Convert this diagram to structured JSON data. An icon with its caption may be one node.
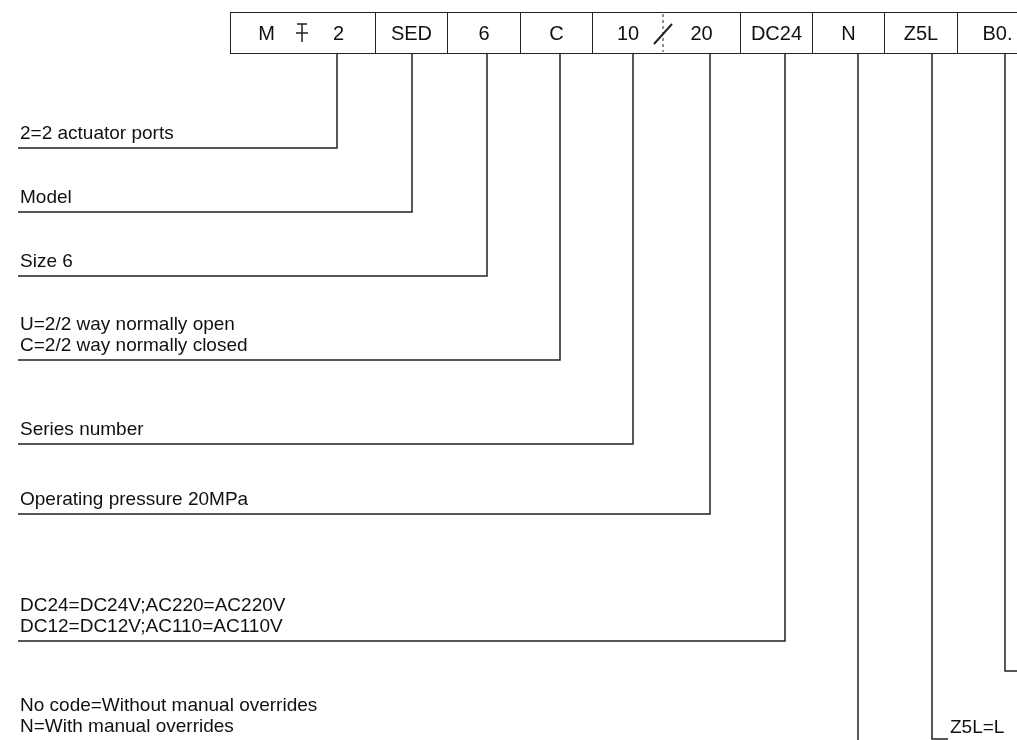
{
  "diagram": {
    "nodes": [
      {
        "text": [
          "M"
        ]
      },
      {
        "text": [
          "2"
        ]
      },
      {
        "text": [
          "SED"
        ]
      },
      {
        "text": [
          "6"
        ]
      },
      {
        "text": [
          "C"
        ]
      },
      {
        "text": [
          "10"
        ]
      },
      {
        "text": [
          "20"
        ]
      },
      {
        "text": [
          "DC24"
        ]
      },
      {
        "text": [
          "N"
        ]
      },
      {
        "text": [
          "Z5L"
        ]
      },
      {
        "text": [
          "B0."
        ]
      },
      {
        "text": [
          "2=2 actuator ports"
        ]
      },
      {
        "text": [
          "Model"
        ]
      },
      {
        "text": [
          "Size 6"
        ]
      },
      {
        "text": [
          "U=2/2 way normally open",
          "C=2/2 way normally closed"
        ]
      },
      {
        "text": [
          "Series number"
        ]
      },
      {
        "text": [
          "Operating pressure 20MPa"
        ]
      },
      {
        "text": [
          "DC24=DC24V;AC220=AC220V",
          "DC12=DC12V;AC110=AC110V"
        ]
      },
      {
        "text": [
          "No code=Without manual overrides",
          "N=With manual overrides"
        ]
      },
      {
        "text": [
          "Z5L=L"
        ]
      }
    ],
    "edges": [
      {
        "from": 11,
        "to": 1,
        "arrow": "none"
      },
      {
        "from": 12,
        "to": 2,
        "arrow": "none"
      },
      {
        "from": 13,
        "to": 3,
        "arrow": "none"
      },
      {
        "from": 14,
        "to": 4,
        "arrow": "none"
      },
      {
        "from": 15,
        "to": 5,
        "arrow": "none"
      },
      {
        "from": 16,
        "to": 6,
        "arrow": "none"
      },
      {
        "from": 17,
        "to": 7,
        "arrow": "none"
      },
      {
        "from": null,
        "to": 8,
        "arrow": "none"
      },
      {
        "from": 19,
        "to": 9,
        "arrow": "none"
      },
      {
        "from": null,
        "to": 10,
        "arrow": "none"
      }
    ]
  }
}
